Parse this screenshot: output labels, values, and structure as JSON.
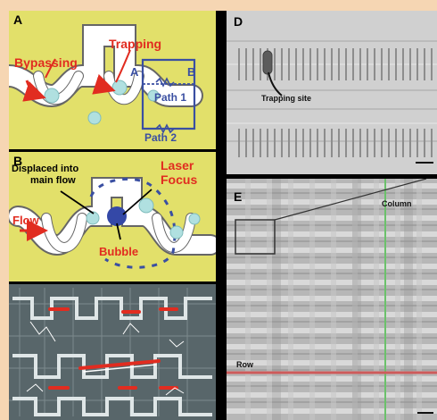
{
  "figure": {
    "panels": {
      "A": {
        "label": "A",
        "labels": {
          "bypassing": "Bypassing",
          "trapping": "Trapping",
          "point_a": "A",
          "point_b": "B",
          "path1": "Path 1",
          "path2": "Path 2"
        }
      },
      "B": {
        "label": "B",
        "labels": {
          "displaced_line1": "Displaced into",
          "displaced_line2": "main flow",
          "laser_line1": "Laser",
          "laser_line2": "Focus",
          "flow": "Flow",
          "bubble": "Bubble"
        }
      },
      "C": {
        "label": ""
      },
      "D": {
        "label": "D",
        "labels": {
          "trapping_site": "Trapping site"
        }
      },
      "E": {
        "label": "E",
        "labels": {
          "column": "Column",
          "row": "Row"
        }
      }
    },
    "colors": {
      "background": "#f6d6b3",
      "panel_bg_yellow": "#e2e06a",
      "channel_white": "#ffffff",
      "channel_outline": "#666666",
      "annotation_red": "#e12c20",
      "path_blue": "#3a4fa2",
      "bubble_blue": "#3448a7",
      "cell_cyan": "#b0e0e0",
      "micro_gray": "#58666a",
      "image_gray": "#c9c9c9",
      "row_red": "#ce5b5b",
      "column_green": "#6bc16b"
    }
  }
}
